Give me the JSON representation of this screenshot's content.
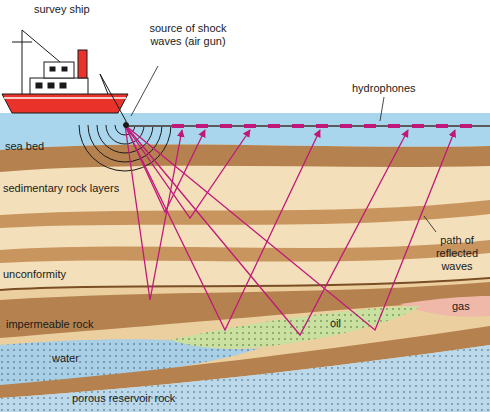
{
  "diagram": {
    "labels": [
      "survey ship",
      "source of shock waves (air gun)",
      "hydrophones",
      "sea bed",
      "sedimentary rock layers",
      "path of reflected waves",
      "unconformity",
      "impermeable rock",
      "water",
      "oil",
      "gas",
      "porous reservoir rock"
    ]
  }
}
